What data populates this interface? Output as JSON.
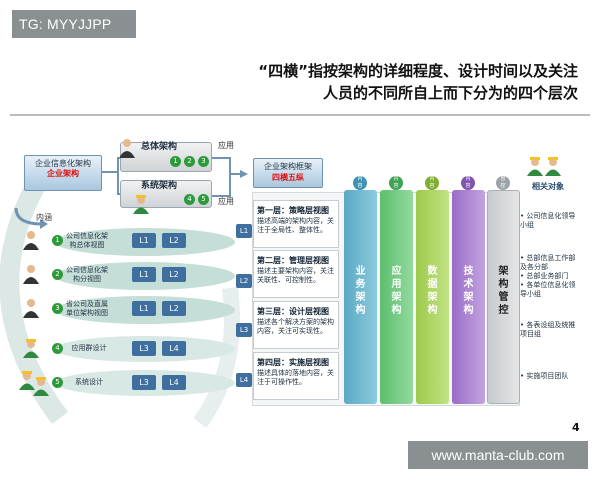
{
  "watermarks": {
    "top_left": "TG: MYYJJPP",
    "bottom_right": "www.manta-club.com"
  },
  "title": {
    "line1": "“四横”指按架构的详细程度、设计时间以及关注",
    "line2": "人员的不同所自上而下分为的四个层次"
  },
  "page_number": "4",
  "left": {
    "enterprise_info_label": "企业信息化架构",
    "enterprise_arch_label": "企业架构",
    "overall_arch": "总体架构",
    "system_arch": "系统架构",
    "apply_top": "应用",
    "apply_bottom": "应用",
    "inner": "内涵",
    "dots_top": [
      "1",
      "2",
      "3"
    ],
    "dots_bottom": [
      "4",
      "5"
    ],
    "rows": [
      {
        "num": "1",
        "text": "公司信息化架构总体视图",
        "pills": [
          "L1",
          "L2"
        ]
      },
      {
        "num": "2",
        "text": "公司信息化架构分视图",
        "pills": [
          "L1",
          "L2"
        ]
      },
      {
        "num": "3",
        "text": "省公司及直属单位架构视图",
        "pills": [
          "L1",
          "L2"
        ]
      },
      {
        "num": "4",
        "text": "应用群设计",
        "pills": [
          "L3",
          "L4"
        ]
      },
      {
        "num": "5",
        "text": "系统设计",
        "pills": [
          "L3",
          "L4"
        ]
      }
    ]
  },
  "right": {
    "framework_label": "企业架构框架",
    "four_horizontal": "四横五纵",
    "col_heads": [
      "内容",
      "内容",
      "内容",
      "内容",
      "管控"
    ],
    "columns": [
      "业务架构",
      "应用架构",
      "数据架构",
      "技术架构",
      "架构管控"
    ],
    "related_label": "相关对象",
    "layers": [
      {
        "pill": "L1",
        "title": "第一层：策略层视图",
        "desc": "描述高端的架构内容，关注于全局性、整体性。"
      },
      {
        "pill": "L2",
        "title": "第二层：管理层视图",
        "desc": "描述主要架构内容，关注关联性、可控制性。"
      },
      {
        "pill": "L3",
        "title": "第三层：设计层视图",
        "desc": "描述各个解决方案的架构内容，关注可实现性。"
      },
      {
        "pill": "L4",
        "title": "第四层：实施层视图",
        "desc": "描述具体的落地内容，关注于可操作性。"
      }
    ],
    "related": [
      [
        "公司信息化领导小组"
      ],
      [
        "总部信息工作部及各分部",
        "总部业务部门",
        "各单位信息化领导小组"
      ],
      [
        "各表设组及统推项目组"
      ],
      [
        "实施项目团队"
      ]
    ]
  }
}
